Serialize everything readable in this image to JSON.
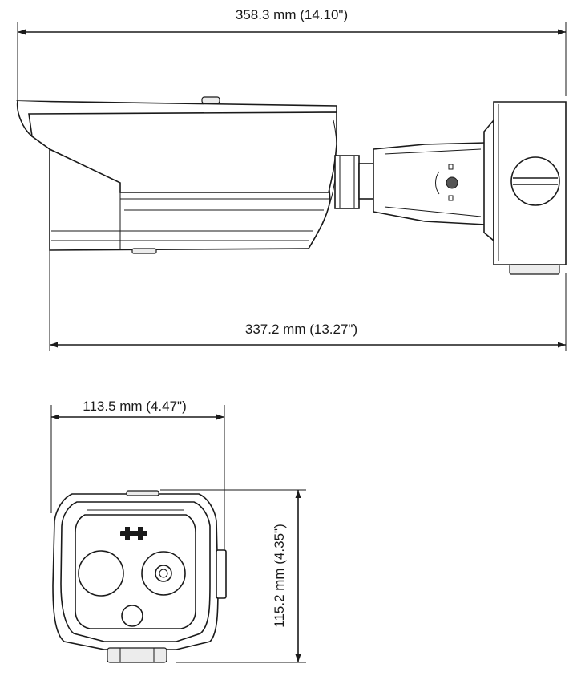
{
  "dimensions": {
    "overall_length": "358.3 mm (14.10\")",
    "body_length": "337.2 mm (13.27\")",
    "front_width": "113.5 mm (4.47\")",
    "front_height": "115.2 mm (4.35\")"
  },
  "colors": {
    "line": "#1a1a1a",
    "background": "#ffffff"
  }
}
